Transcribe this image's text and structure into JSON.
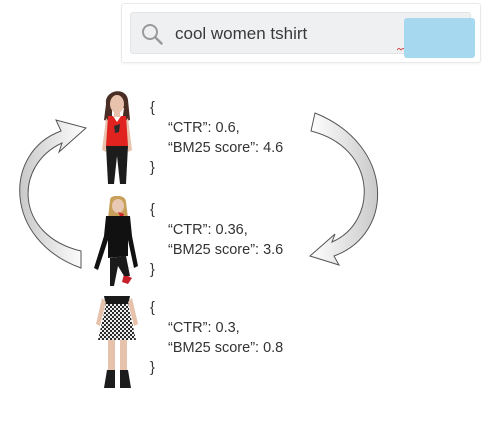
{
  "search": {
    "query": "cool women tshirt"
  },
  "brace_open": "{",
  "brace_close": "}",
  "products": [
    {
      "line_ctr": "“CTR”: 0.6,",
      "line_bm25": "“BM25 score”: 4.6",
      "image": "red-tank-top-model"
    },
    {
      "line_ctr": "“CTR”: 0.36,",
      "line_bm25": "“BM25 score”: 3.6",
      "image": "black-long-sleeve-model"
    },
    {
      "line_ctr": "“CTR”: 0.3,",
      "line_bm25": "“BM25 score”: 0.8",
      "image": "checkered-skirt-model"
    }
  ],
  "colors": {
    "search_button": "#a6d8ef",
    "search_bar": "#eef0f2",
    "arrow_fill_light": "#ffffff",
    "arrow_fill_dark": "#cfcfcf",
    "arrow_stroke": "#555555"
  }
}
